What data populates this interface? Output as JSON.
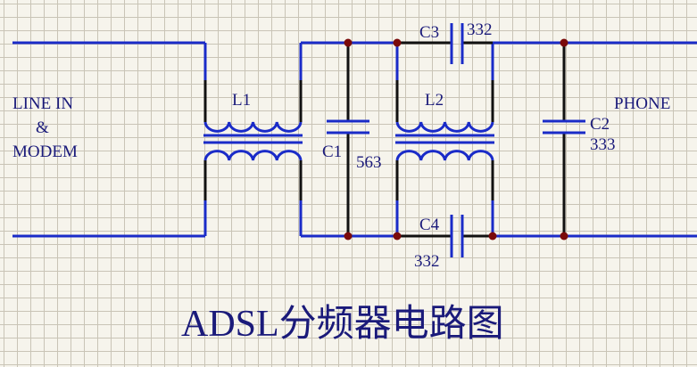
{
  "labels": {
    "line_in_1": "LINE  IN",
    "line_in_2": "&",
    "line_in_3": "MODEM",
    "phone": "PHONE",
    "l1": "L1",
    "l2": "L2",
    "c1": "C1",
    "c1_value": "563",
    "c2": "C2",
    "c2_value": "333",
    "c3": "C3",
    "c3_value": "332",
    "c4": "C4",
    "c4_value": "332"
  },
  "title": "ADSL分频器电路图",
  "colors": {
    "wire": "#1a2bc8",
    "node": "#7a0a0a",
    "text": "#1a1a7a",
    "grid": "#c9c4b6",
    "background": "#f6f4ec"
  }
}
